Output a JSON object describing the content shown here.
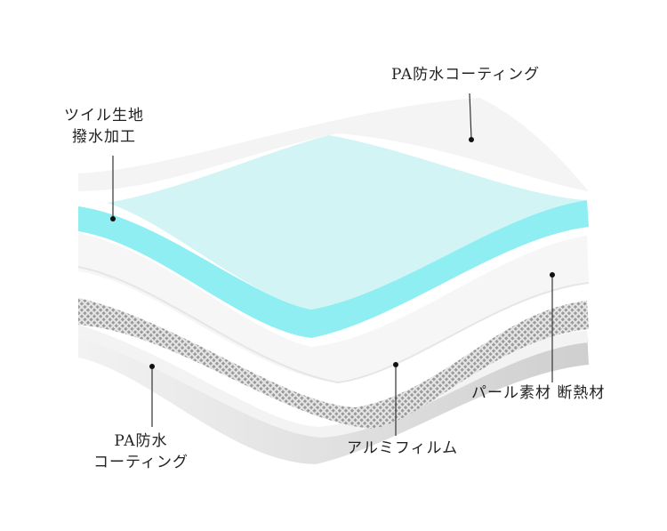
{
  "labels": {
    "top_coating": "PA防水コーティング",
    "twill_line1": "ツイル生地",
    "twill_line2": "撥水加工",
    "pearl": "パール素材 断熱材",
    "aluminum": "アルミフィルム",
    "bottom_coating_line1": "PA防水",
    "bottom_coating_line2": "コーティング"
  },
  "colors": {
    "cyan": "#8eeef2",
    "cyan_light": "#d2f4f5",
    "mesh": "#b8b8b8",
    "bottom": "#d8d8d8"
  }
}
